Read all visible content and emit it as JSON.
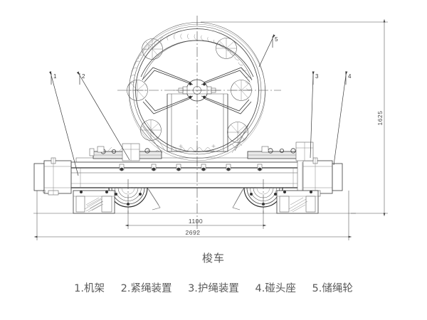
{
  "drawing": {
    "title": "梭车",
    "type": "engineering-assembly-drawing",
    "view": "front-elevation"
  },
  "dimensions": {
    "overall_length": "2692",
    "wheelbase": "1100",
    "overall_height": "1625"
  },
  "callouts": [
    {
      "id": "1",
      "label": "1"
    },
    {
      "id": "2",
      "label": "2"
    },
    {
      "id": "3",
      "label": "3"
    },
    {
      "id": "4",
      "label": "4"
    },
    {
      "id": "5",
      "label": "5"
    }
  ],
  "legend": [
    {
      "num": "1.",
      "name": "机架"
    },
    {
      "num": "2.",
      "name": "紧绳装置"
    },
    {
      "num": "3.",
      "name": "护绳装置"
    },
    {
      "num": "4.",
      "name": "碰头座"
    },
    {
      "num": "5.",
      "name": "储绳轮"
    }
  ],
  "colors": {
    "line": "#3a3a3a",
    "thin_line": "#666666",
    "dimension": "#4a4a4a",
    "text": "#5a5a5a",
    "background": "#ffffff"
  }
}
